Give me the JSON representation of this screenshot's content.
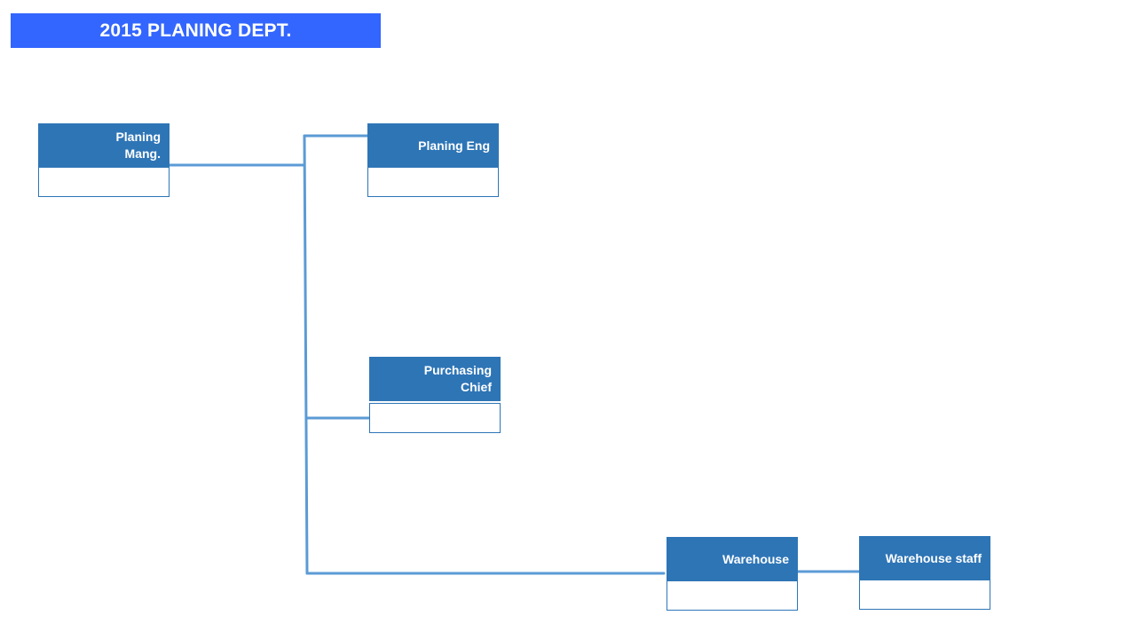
{
  "title": "2015 PLANING DEPT.",
  "colors": {
    "title_background": "#3366ff",
    "node_header": "#2e75b6",
    "connector": "#5b9bd5"
  },
  "nodes": {
    "manager": {
      "label": "Planing Mang.",
      "value": ""
    },
    "engineer": {
      "label": "Planing Eng",
      "value": ""
    },
    "purchasing": {
      "label": "Purchasing Chief",
      "value": ""
    },
    "warehouse": {
      "label": "Warehouse",
      "value": ""
    },
    "warehouse_staff": {
      "label": "Warehouse staff",
      "value": ""
    }
  },
  "edges": [
    {
      "from": "manager",
      "to": "engineer"
    },
    {
      "from": "manager",
      "to": "purchasing"
    },
    {
      "from": "manager",
      "to": "warehouse"
    },
    {
      "from": "warehouse",
      "to": "warehouse_staff"
    }
  ]
}
